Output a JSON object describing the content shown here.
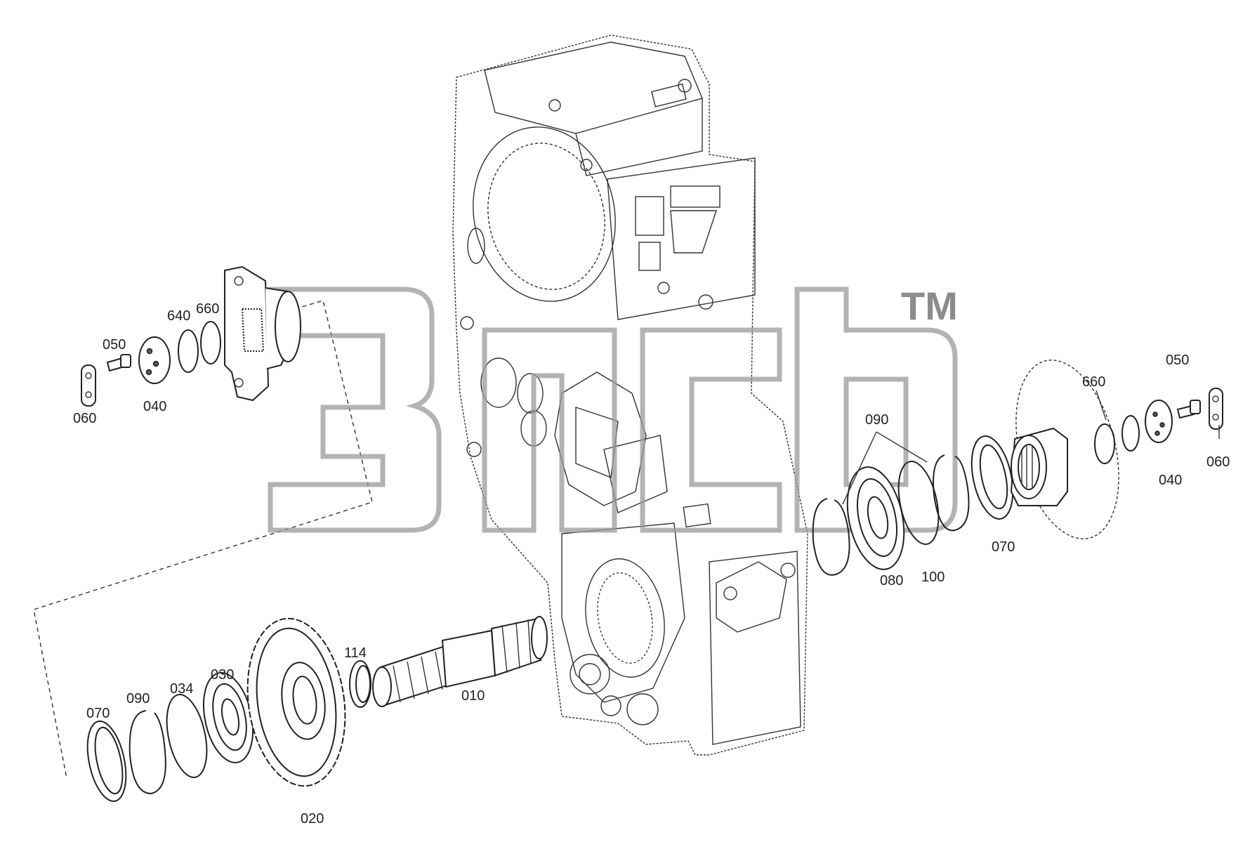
{
  "watermark": {
    "trademark": "TM"
  },
  "callouts": {
    "l_060": "060",
    "l_050": "050",
    "l_040": "040",
    "l_640": "640",
    "l_660": "660",
    "l_070": "070",
    "l_090": "090",
    "l_034": "034",
    "l_030": "030",
    "l_020": "020",
    "l_114": "114",
    "l_010": "010",
    "r_090": "090",
    "r_080": "080",
    "r_100": "100",
    "r_070": "070",
    "r_660": "660",
    "r_050": "050",
    "r_040": "040",
    "r_060": "060"
  }
}
